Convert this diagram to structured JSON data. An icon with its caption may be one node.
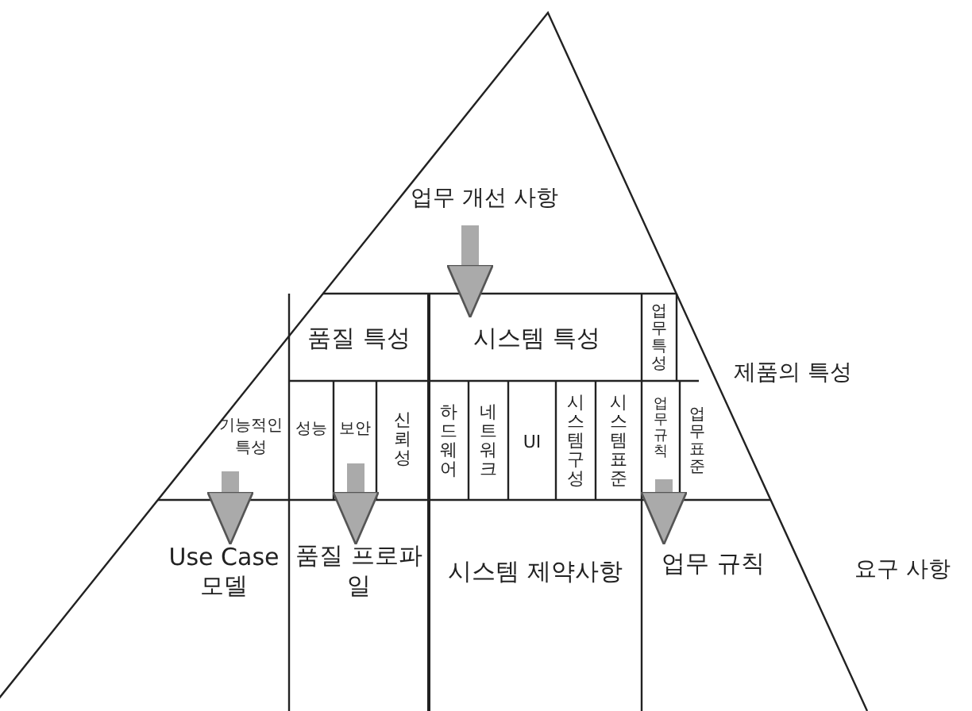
{
  "diagram": {
    "nodes": [
      {
        "text": [
          "업무 개선 사항"
        ]
      },
      {
        "text": [
          "품질 특성"
        ]
      },
      {
        "text": [
          "시스템 특성"
        ]
      },
      {
        "text": [
          "업무 특성"
        ]
      },
      {
        "text": [
          "기능적인 특성"
        ]
      },
      {
        "text": [
          "성능"
        ]
      },
      {
        "text": [
          "보안"
        ]
      },
      {
        "text": [
          "신뢰성"
        ]
      },
      {
        "text": [
          "하드웨어"
        ]
      },
      {
        "text": [
          "네트워크"
        ]
      },
      {
        "text": [
          "UI"
        ]
      },
      {
        "text": [
          "시스템 구성"
        ]
      },
      {
        "text": [
          "시스템 표준"
        ]
      },
      {
        "text": [
          "업무 규칙"
        ]
      },
      {
        "text": [
          "업무 표준"
        ]
      },
      {
        "text": [
          "Use Case 모델"
        ]
      },
      {
        "text": [
          "품질 프로파일"
        ]
      },
      {
        "text": [
          "시스템 제약사항"
        ]
      },
      {
        "text": [
          "업무 규칙"
        ]
      }
    ],
    "edges": [
      {
        "from": 0,
        "to": 2,
        "arrow": "to"
      },
      {
        "from": 4,
        "to": 15,
        "arrow": "to"
      },
      {
        "from": 6,
        "to": 16,
        "arrow": "to"
      },
      {
        "from": 13,
        "to": 18,
        "arrow": "to"
      }
    ],
    "labels": [
      "제품의 특성",
      "요구 사항"
    ]
  }
}
